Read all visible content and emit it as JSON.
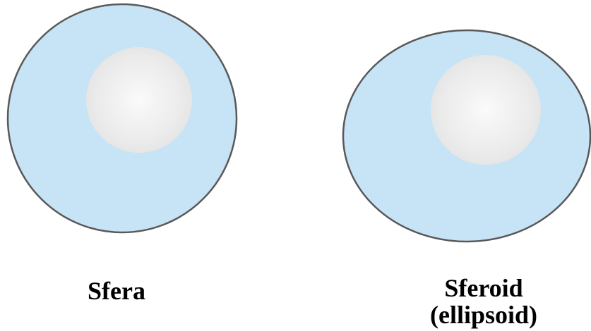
{
  "colors": {
    "fill": "#c7e3f6",
    "outline": "#595959",
    "highlight_outer": "#e6e6e6",
    "highlight_mid": "#efefef",
    "highlight_core": "#f8f8f8"
  },
  "sphere": {
    "label": "Sfera"
  },
  "spheroid": {
    "label_line1": "Sferoid",
    "label_line2": "(ellipsoid)"
  }
}
